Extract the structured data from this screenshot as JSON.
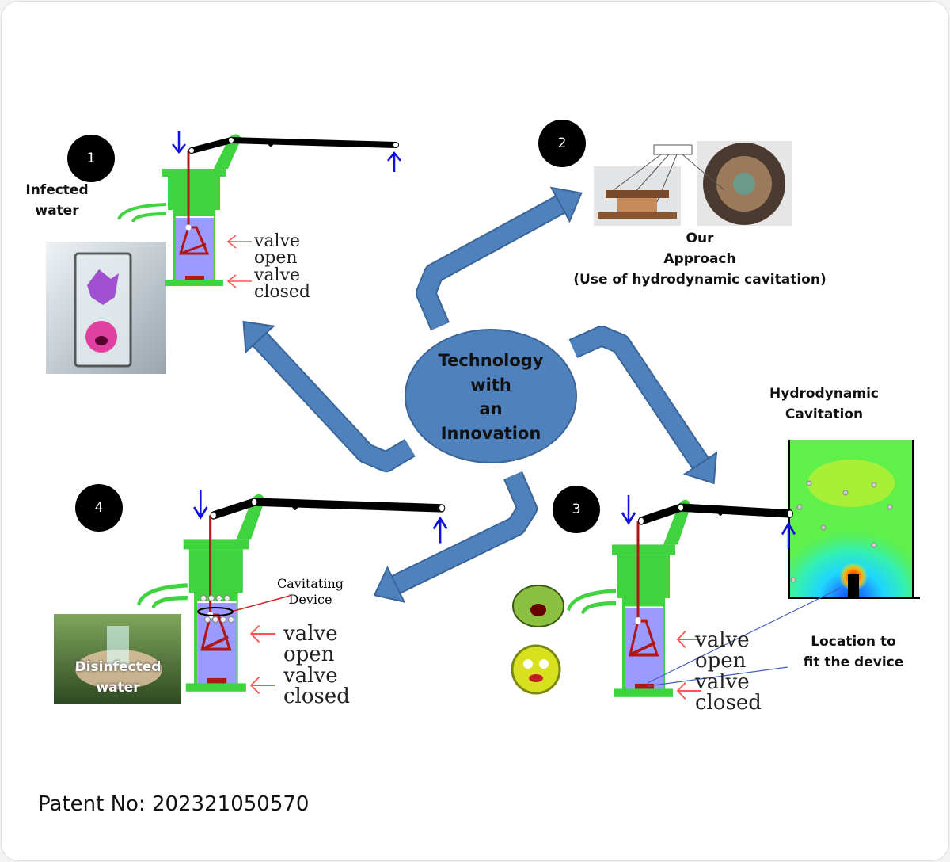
{
  "center": {
    "text": "Technology\nwith\nan\nInnovation"
  },
  "steps": [
    {
      "number": "1",
      "label": "Infected\nwater"
    },
    {
      "number": "2",
      "label": "Our\nApproach\n(Use of hydrodynamic cavitation)"
    },
    {
      "number": "3",
      "label": "Location to\nfit the device",
      "heatmap_title": "Hydrodynamic\nCavitation"
    },
    {
      "number": "4",
      "label": "Disinfected\nwater",
      "device_label": "Cavitating\nDevice"
    }
  ],
  "valves": {
    "open": "valve\nopen",
    "closed": "valve\nclosed"
  },
  "colors": {
    "pump_green": "#3fd43f",
    "water": "#9a9aff",
    "arrow_blue": "#4f81bd",
    "rod_red": "#b01818",
    "pointer_blue": "#1010e0"
  },
  "footer": {
    "patent": "Patent No: 202321050570"
  }
}
